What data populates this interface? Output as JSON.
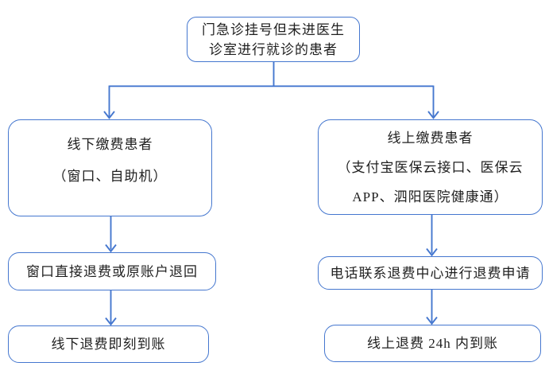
{
  "theme": {
    "border_blue": "#4577cf",
    "text_color": "#1f1f1f",
    "background": "#ffffff"
  },
  "diagram": {
    "type": "flowchart",
    "nodes": {
      "start": {
        "line1": "门急诊挂号但未进医生",
        "line2": "诊室进行就诊的患者"
      },
      "offline_patient": {
        "line1": "线下缴费患者",
        "line2": "（窗口、自助机）"
      },
      "online_patient": {
        "line1": "线上缴费患者",
        "line2": "（支付宝医保云接口、医保云",
        "line3": "APP、泗阳医院健康通）"
      },
      "offline_step": {
        "label": "窗口直接退费或原账户退回"
      },
      "online_step": {
        "label": "电话联系退费中心进行退费申请"
      },
      "offline_result": {
        "label": "线下退费即刻到账"
      },
      "online_result": {
        "label": "线上退费 24h 内到账"
      }
    },
    "edges": [
      {
        "from": "start",
        "to": "offline_patient"
      },
      {
        "from": "start",
        "to": "online_patient"
      },
      {
        "from": "offline_patient",
        "to": "offline_step"
      },
      {
        "from": "offline_step",
        "to": "offline_result"
      },
      {
        "from": "online_patient",
        "to": "online_step"
      },
      {
        "from": "online_step",
        "to": "online_result"
      }
    ]
  }
}
